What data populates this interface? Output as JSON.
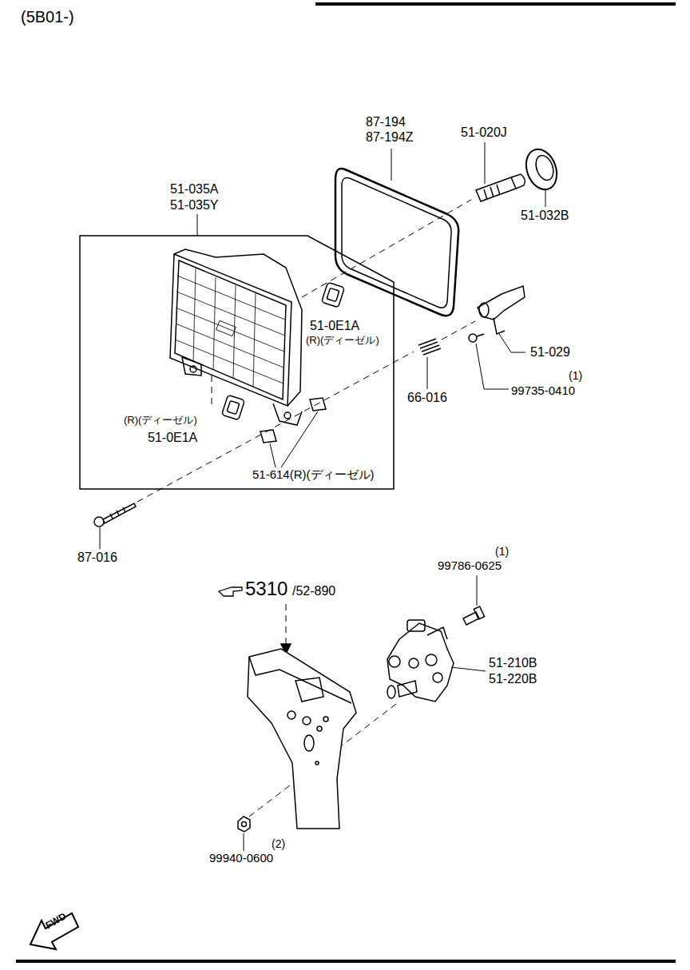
{
  "diagram": {
    "nodes": [
      {
        "text": [
          "51-035A",
          "51-035Y",
          "51-0E1A",
          "(R)(ディーゼル)",
          "(R)(ディーゼル)",
          "51-0E1A",
          "51-614(R)(ディーゼル)"
        ]
      }
    ],
    "edges": [],
    "labels": [
      "(5B01-)",
      "87-194",
      "87-194Z",
      "51-020J",
      "51-032B",
      "51-029",
      "(1)",
      "99735-0410",
      "66-016",
      "87-016",
      "5310",
      "/52-890",
      "(1)",
      "99786-0625",
      "51-210B",
      "51-220B",
      "(2)",
      "99940-0600",
      "FWD"
    ]
  }
}
